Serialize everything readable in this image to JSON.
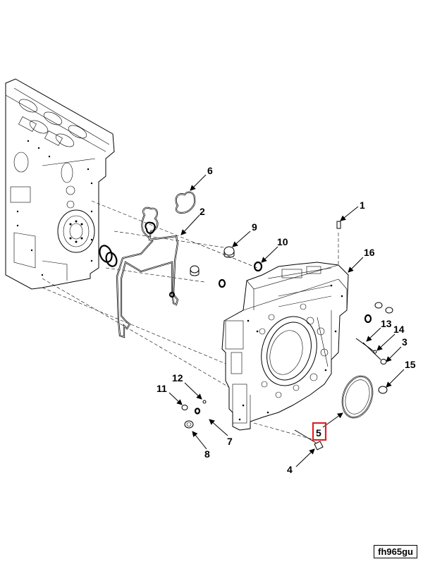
{
  "figure_id": "fh965gu",
  "highlighted_callout": "5",
  "highlight_color": "#e02020",
  "callouts": [
    {
      "id": "c1",
      "label": "1"
    },
    {
      "id": "c2",
      "label": "2"
    },
    {
      "id": "c3",
      "label": "3"
    },
    {
      "id": "c4",
      "label": "4"
    },
    {
      "id": "c5",
      "label": "5"
    },
    {
      "id": "c6",
      "label": "6"
    },
    {
      "id": "c7",
      "label": "7"
    },
    {
      "id": "c8",
      "label": "8"
    },
    {
      "id": "c9",
      "label": "9"
    },
    {
      "id": "c10",
      "label": "10"
    },
    {
      "id": "c11",
      "label": "11"
    },
    {
      "id": "c12",
      "label": "12"
    },
    {
      "id": "c13",
      "label": "13"
    },
    {
      "id": "c14",
      "label": "14"
    },
    {
      "id": "c15",
      "label": "15"
    },
    {
      "id": "c16",
      "label": "16"
    }
  ]
}
